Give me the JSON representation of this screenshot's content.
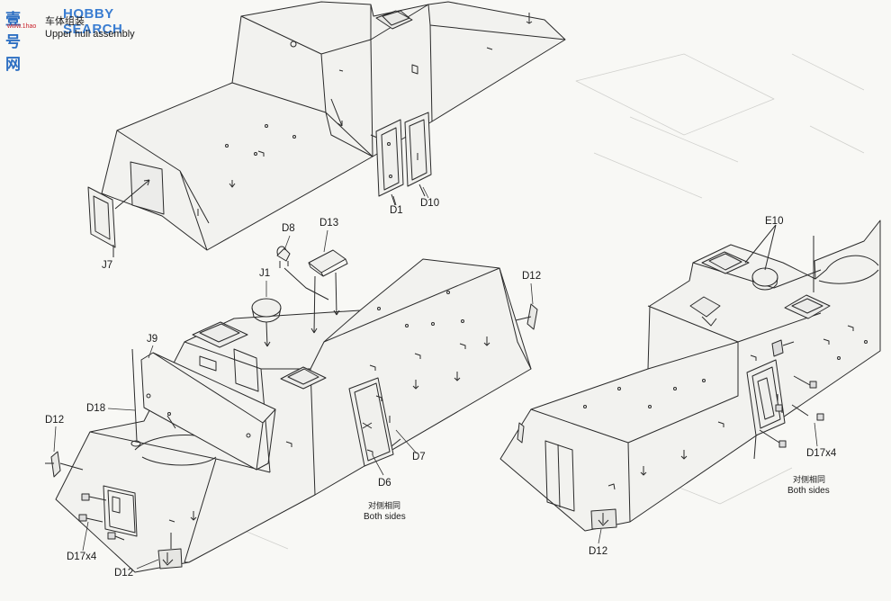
{
  "watermark": {
    "logo": "壹号网",
    "sub": "www.1hao",
    "text": "HOBBY SEARCH"
  },
  "header": {
    "title_cn": "车体组装",
    "title_en": "Upper hull assembly"
  },
  "callouts": {
    "D1": "D1",
    "D10": "D10",
    "J7": "J7",
    "D8": "D8",
    "D13": "D13",
    "J1": "J1",
    "D12_top": "D12",
    "J9": "J9",
    "D18": "D18",
    "D12_left": "D12",
    "D17x4_left": "D17x4",
    "D12_bottom": "D12",
    "D6": "D6",
    "D7": "D7",
    "E10": "E10",
    "D17x4_right": "D17x4",
    "D12_right": "D12"
  },
  "notes": {
    "both_sides_cn_1": "对侧相同",
    "both_sides_en_1": "Both sides",
    "both_sides_cn_2": "对侧相同",
    "both_sides_en_2": "Both sides"
  }
}
